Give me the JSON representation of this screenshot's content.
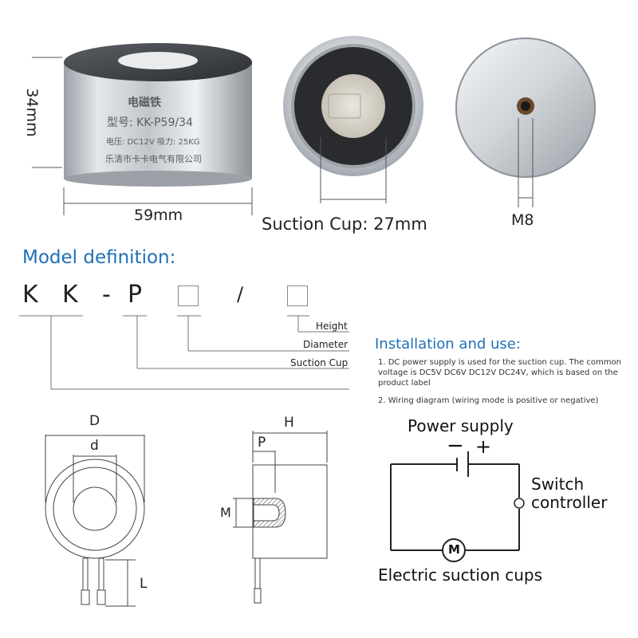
{
  "photos": {
    "height_label": "34mm",
    "width_label": "59mm",
    "suction_cup_label": "Suction Cup: 27mm",
    "thread_label": "M8",
    "body_print": {
      "line1": "电磁铁",
      "line2": "型号: KK-P59/34",
      "line3": "电压: DC12V 吸力: 25KG",
      "line4": "乐清市卡卡电气有限公司"
    }
  },
  "model": {
    "title": "Model definition:",
    "code_k1": "K",
    "code_k2": "K",
    "code_dash": "-",
    "code_p": "P",
    "code_slash": "/",
    "label_height": "Height",
    "label_diameter": "Diameter",
    "label_suction": "Suction Cup"
  },
  "installation": {
    "title": "Installation and use:",
    "note1": "1. DC power supply is used for the suction cup. The common voltage is DC5V DC6V DC12V DC24V, which is based on the product label",
    "note2": "2. Wiring diagram (wiring mode is positive or negative)"
  },
  "drawings": {
    "front": {
      "D": "D",
      "d": "d",
      "L": "L"
    },
    "side": {
      "H": "H",
      "P": "P",
      "M": "M"
    }
  },
  "circuit": {
    "power_supply": "Power supply",
    "minus": "−",
    "plus": "+",
    "switch_line1": "Switch",
    "switch_line2": "controller",
    "motor_symbol": "M",
    "load_label": "Electric suction cups"
  },
  "colors": {
    "accent": "#1f6fb8",
    "metal_light": "#e6e8ea",
    "metal_dark": "#8b9096",
    "core_dark": "#2a2b2e"
  }
}
